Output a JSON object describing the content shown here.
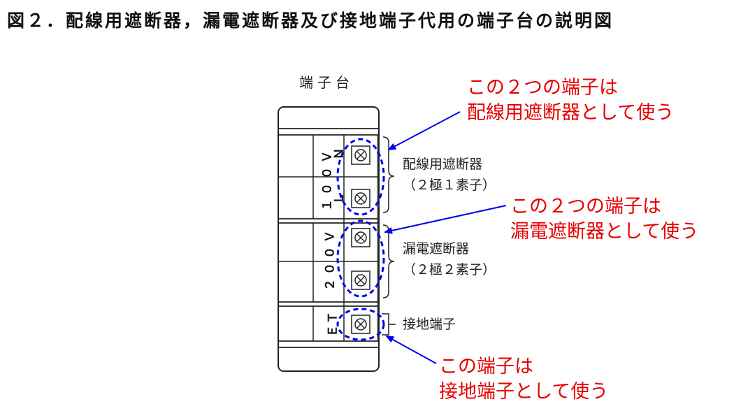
{
  "figure": {
    "title": "図２．配線用遮断器，漏電遮断器及び接地端子代用の端子台の説明図"
  },
  "terminal_block": {
    "title": "端子台",
    "groups": [
      {
        "voltage_label": "１００Ｖ",
        "terminal_labels": [
          "Ｎ",
          "Ｌ"
        ],
        "name": "配線用遮断器",
        "spec": "（２極１素子）"
      },
      {
        "voltage_label": "２００Ｖ",
        "terminal_labels": [],
        "name": "漏電遮断器",
        "spec": "（２極２素子）"
      },
      {
        "voltage_label": "ＥＴ",
        "terminal_labels": [],
        "name": "接地端子",
        "spec": ""
      }
    ]
  },
  "annotations": [
    {
      "line1": "この２つの端子は",
      "line2": "配線用遮断器として使う"
    },
    {
      "line1": "この２つの端子は",
      "line2": "漏電遮断器として使う"
    },
    {
      "line1": "この端子は",
      "line2": "接地端子として使う"
    }
  ],
  "colors": {
    "annotation_text": "#e60000",
    "arrow_and_highlight": "#0000ee",
    "outline": "#222222"
  }
}
